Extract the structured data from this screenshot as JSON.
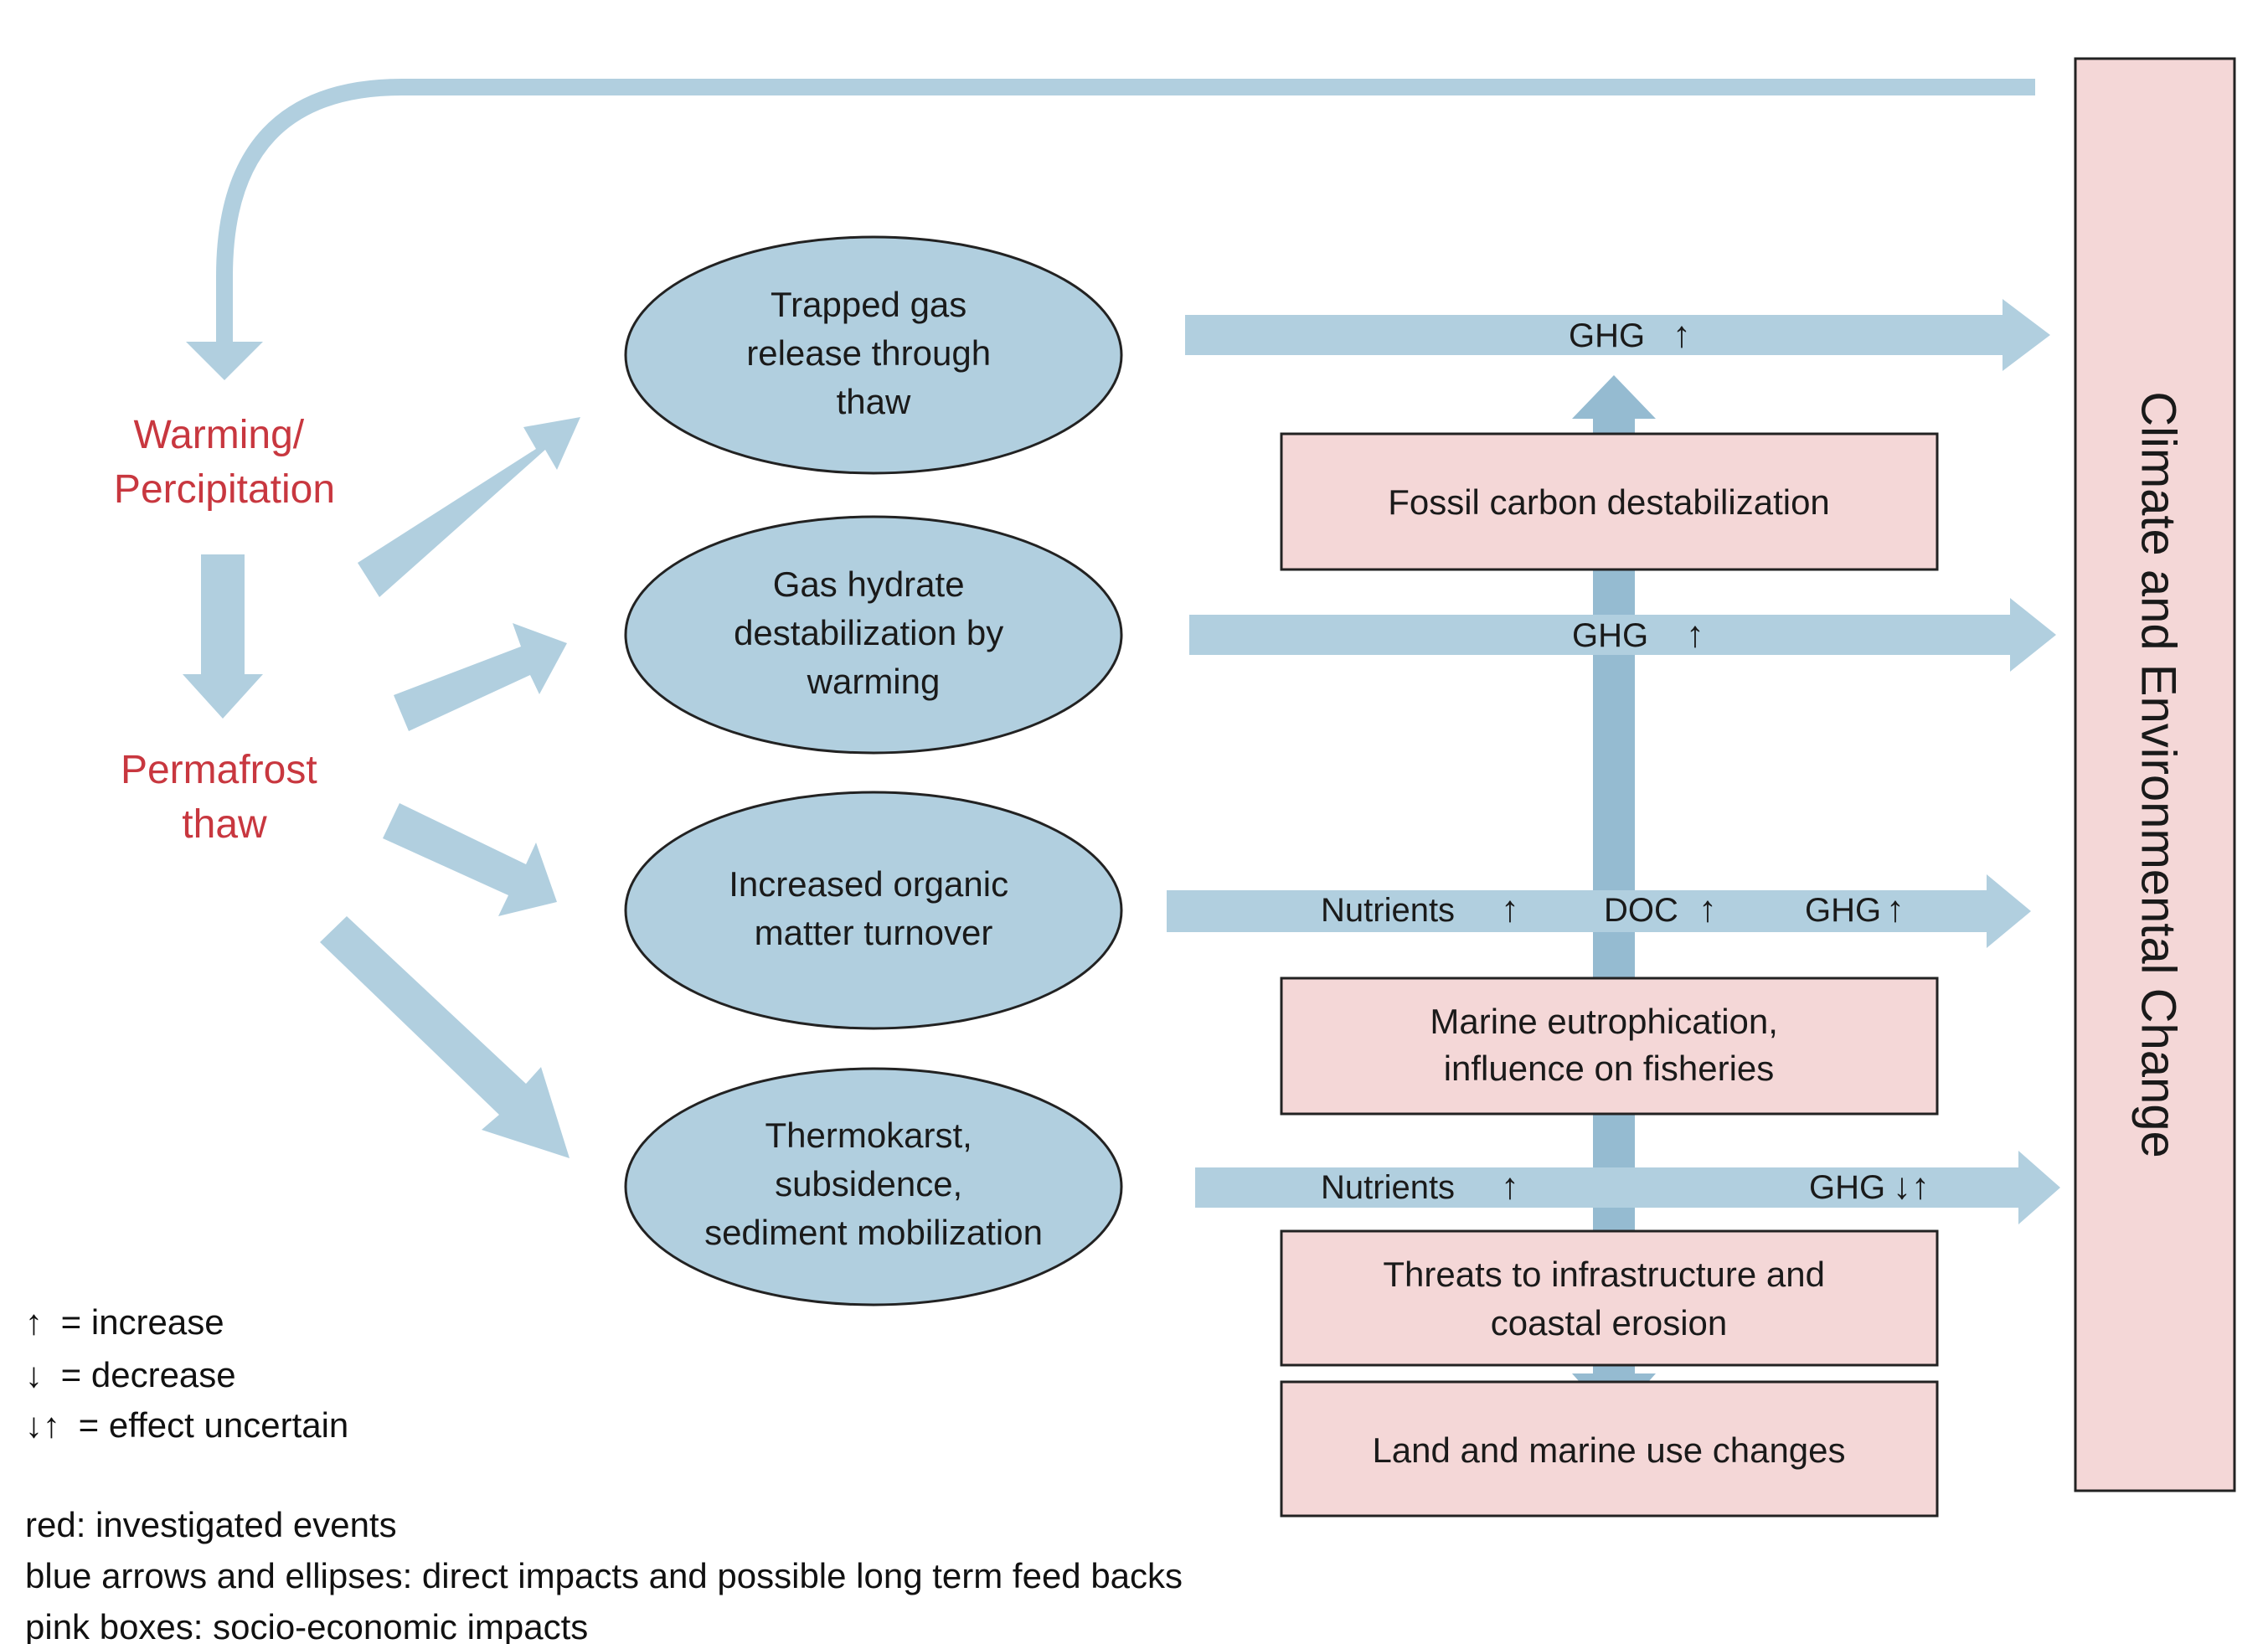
{
  "colors": {
    "arrow_blue": "#b1cfdf",
    "arrow_blue_dark": "#95bbd1",
    "ellipse_fill": "#b1cfdf",
    "box_fill": "#f4d7d7",
    "red_text": "#c8373f",
    "outline": "#222222"
  },
  "events": {
    "warming": [
      "Warming/",
      "Percipitation"
    ],
    "permafrost": [
      "Permafrost",
      "thaw"
    ]
  },
  "ellipses": [
    {
      "lines": [
        "Trapped gas",
        "release through",
        "thaw"
      ]
    },
    {
      "lines": [
        "Gas hydrate",
        "destabilization by",
        "warming"
      ]
    },
    {
      "lines": [
        "Increased organic",
        "matter turnover"
      ]
    },
    {
      "lines": [
        "Thermokarst,",
        "subsidence,",
        "sediment mobilization"
      ]
    }
  ],
  "flows": [
    {
      "labels": [
        {
          "text": "GHG",
          "arrow": "↑"
        }
      ]
    },
    {
      "labels": [
        {
          "text": "GHG",
          "arrow": "↑"
        }
      ]
    },
    {
      "labels": [
        {
          "text": "Nutrients",
          "arrow": "↑"
        },
        {
          "text": "DOC",
          "arrow": "↑"
        },
        {
          "text": "GHG",
          "arrow": "↑"
        }
      ]
    },
    {
      "labels": [
        {
          "text": "Nutrients",
          "arrow": "↑"
        },
        {
          "text": "GHG",
          "arrow": "↓↑"
        }
      ]
    }
  ],
  "boxes": [
    {
      "lines": [
        "Fossil carbon destabilization"
      ]
    },
    {
      "lines": [
        "Marine eutrophication,",
        "influence on fisheries"
      ]
    },
    {
      "lines": [
        "Threats to infrastructure and",
        "coastal erosion"
      ]
    },
    {
      "lines": [
        "Land and marine use changes"
      ]
    }
  ],
  "climate_box": {
    "label": "Climate and Environmental Change"
  },
  "legend": {
    "symbols": [
      {
        "symbol": "↑",
        "text": "= increase"
      },
      {
        "symbol": "↓",
        "text": "= decrease"
      },
      {
        "symbol": "↓↑",
        "text": "= effect uncertain"
      }
    ],
    "notes": [
      "red: investigated events",
      "blue arrows and ellipses: direct impacts and possible long term feed backs",
      "pink boxes: socio-economic impacts"
    ]
  }
}
